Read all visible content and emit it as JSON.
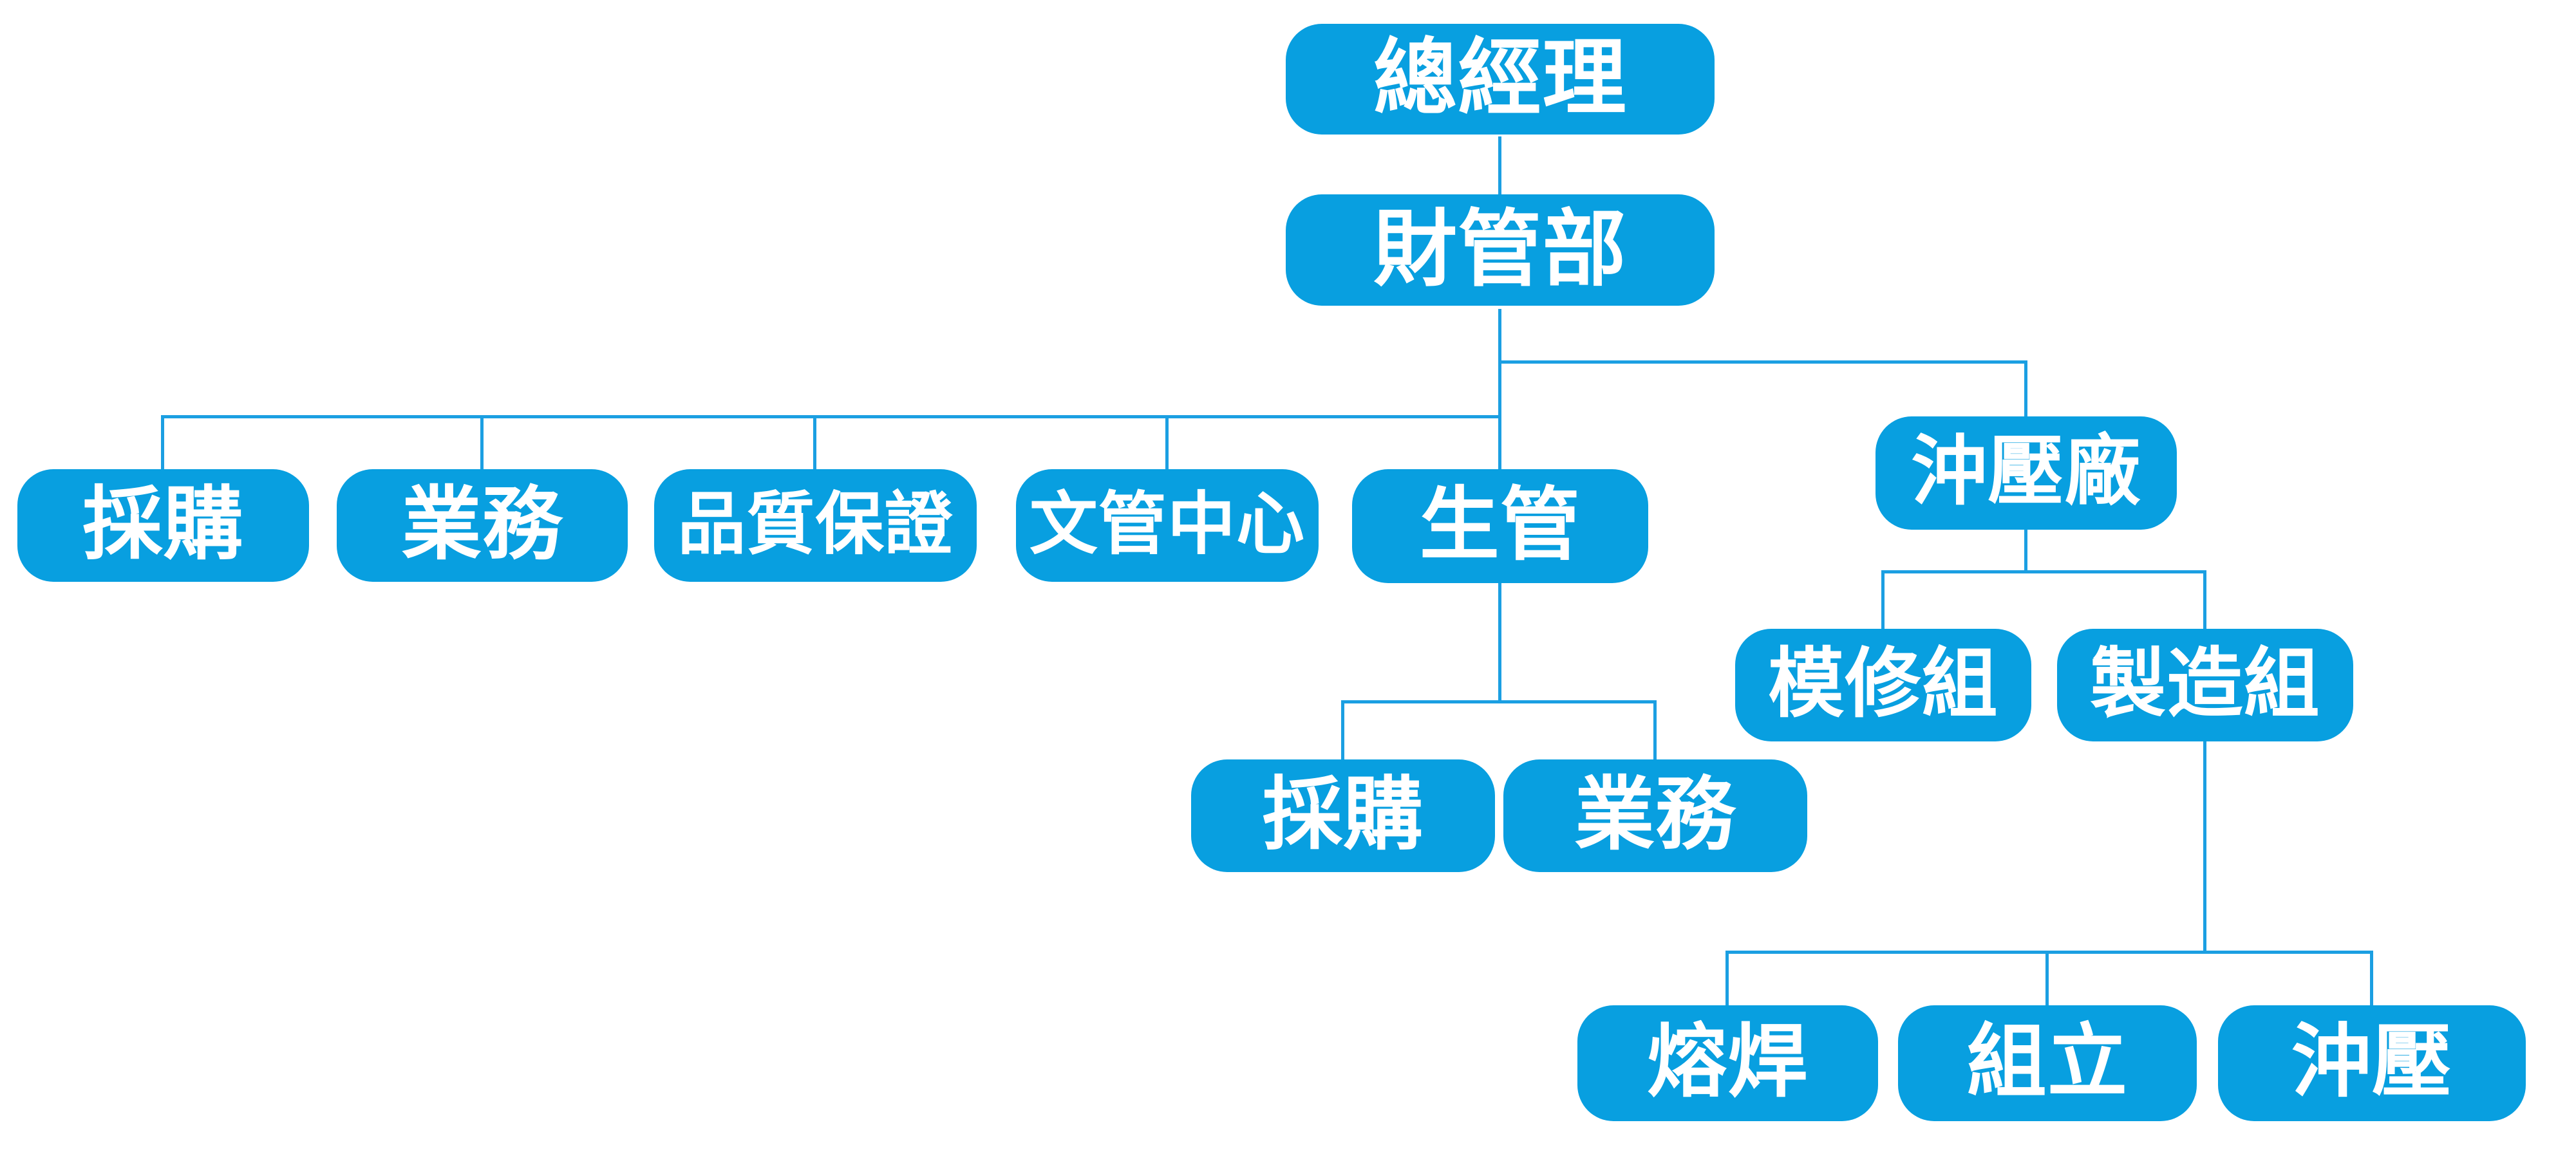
{
  "diagram": {
    "type": "organization-chart",
    "colors": {
      "node_fill": "#089fe0",
      "connector_line": "#1b9fe2",
      "node_text": "#ffffff",
      "background": "#ffffff"
    }
  },
  "nodes": [
    {
      "id": "general-manager",
      "label": "總經理",
      "parent": null
    },
    {
      "id": "finance-management-dept",
      "label": "財管部",
      "parent": "general-manager"
    },
    {
      "id": "procurement",
      "label": "採購",
      "parent": "finance-management-dept"
    },
    {
      "id": "sales",
      "label": "業務",
      "parent": "finance-management-dept"
    },
    {
      "id": "quality-assurance",
      "label": "品質保證",
      "parent": "finance-management-dept"
    },
    {
      "id": "document-control-center",
      "label": "文管中心",
      "parent": "finance-management-dept"
    },
    {
      "id": "production-control",
      "label": "生管",
      "parent": "finance-management-dept"
    },
    {
      "id": "stamping-plant",
      "label": "沖壓廠",
      "parent": "finance-management-dept"
    },
    {
      "id": "procurement-under-pc",
      "label": "採購",
      "parent": "production-control"
    },
    {
      "id": "sales-under-pc",
      "label": "業務",
      "parent": "production-control"
    },
    {
      "id": "mold-repair-team",
      "label": "模修組",
      "parent": "stamping-plant"
    },
    {
      "id": "manufacturing-team",
      "label": "製造組",
      "parent": "stamping-plant"
    },
    {
      "id": "welding",
      "label": "熔焊",
      "parent": "manufacturing-team"
    },
    {
      "id": "assembly",
      "label": "組立",
      "parent": "manufacturing-team"
    },
    {
      "id": "stamping",
      "label": "沖壓",
      "parent": "manufacturing-team"
    }
  ],
  "edges": [
    {
      "from": "general-manager",
      "to": "finance-management-dept"
    },
    {
      "from": "finance-management-dept",
      "to": "procurement"
    },
    {
      "from": "finance-management-dept",
      "to": "sales"
    },
    {
      "from": "finance-management-dept",
      "to": "quality-assurance"
    },
    {
      "from": "finance-management-dept",
      "to": "document-control-center"
    },
    {
      "from": "finance-management-dept",
      "to": "production-control"
    },
    {
      "from": "finance-management-dept",
      "to": "stamping-plant"
    },
    {
      "from": "production-control",
      "to": "procurement-under-pc"
    },
    {
      "from": "production-control",
      "to": "sales-under-pc"
    },
    {
      "from": "stamping-plant",
      "to": "mold-repair-team"
    },
    {
      "from": "stamping-plant",
      "to": "manufacturing-team"
    },
    {
      "from": "manufacturing-team",
      "to": "welding"
    },
    {
      "from": "manufacturing-team",
      "to": "assembly"
    },
    {
      "from": "manufacturing-team",
      "to": "stamping"
    }
  ]
}
